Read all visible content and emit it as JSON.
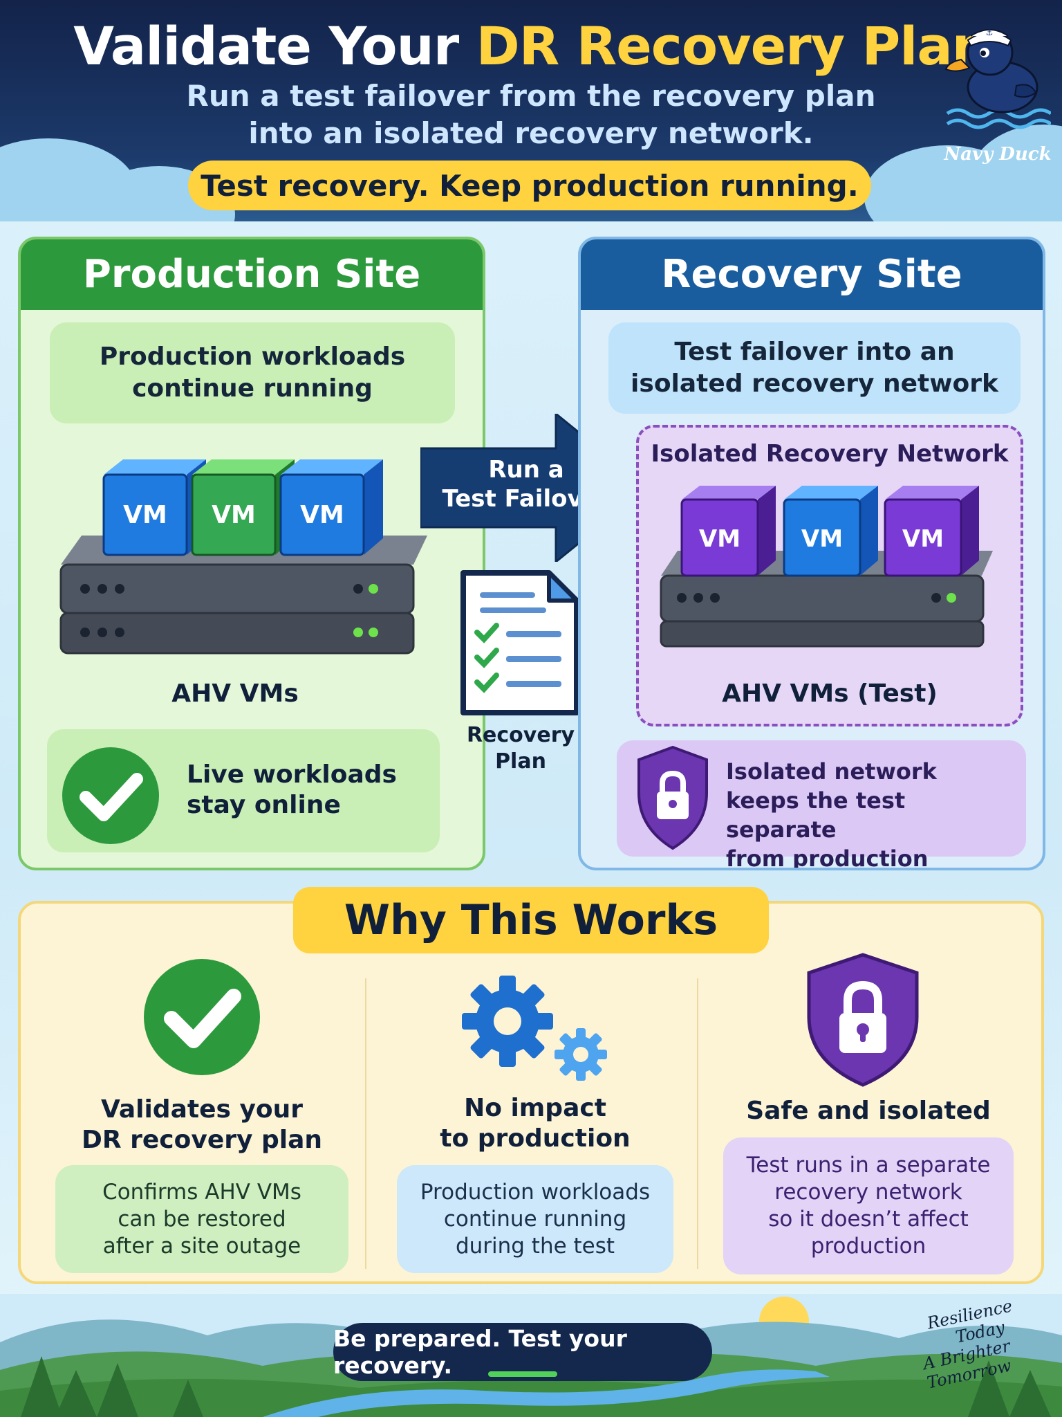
{
  "header": {
    "title_part1": "Validate Your ",
    "title_part2": "DR Recovery Plan",
    "subtitle_line1": "Run a test failover from the recovery plan",
    "subtitle_line2": "into an isolated recovery network.",
    "tagline": "Test recovery. Keep production running.",
    "mascot_label": "Navy Duck"
  },
  "production": {
    "title": "Production Site",
    "note_line1": "Production workloads",
    "note_line2": "continue running",
    "vm_labels": [
      "VM",
      "VM",
      "VM"
    ],
    "vms_label": "AHV VMs",
    "live_line1": "Live workloads",
    "live_line2": "stay online"
  },
  "center": {
    "arrow_line1": "Run a",
    "arrow_line2": "Test Failover",
    "plan_line1": "Recovery",
    "plan_line2": "Plan"
  },
  "recovery": {
    "title": "Recovery Site",
    "note_line1": "Test failover into an",
    "note_line2": "isolated recovery network",
    "isolated_title": "Isolated Recovery Network",
    "vm_labels": [
      "VM",
      "VM",
      "VM"
    ],
    "vms_label": "AHV VMs (Test)",
    "iso_line1": "Isolated network",
    "iso_line2": "keeps the test separate",
    "iso_line3": "from production"
  },
  "why": {
    "title": "Why This Works",
    "col1": {
      "title_line1": "Validates your",
      "title_line2": "DR recovery plan",
      "body_line1": "Confirms AHV VMs",
      "body_line2": "can be restored",
      "body_line3": "after a site outage"
    },
    "col2": {
      "title_line1": "No impact",
      "title_line2": "to production",
      "body_line1": "Production workloads",
      "body_line2": "continue running",
      "body_line3": "during the test"
    },
    "col3": {
      "title_line1": "Safe and isolated",
      "body_line1": "Test runs in a separate",
      "body_line2": "recovery network",
      "body_line3": "so it doesn’t affect",
      "body_line4": "production"
    }
  },
  "footer": {
    "pill": "Be prepared. Test your recovery.",
    "sig_line1": "Resilience",
    "sig_line2": "Today",
    "sig_line3": "A Brighter Tomorrow"
  },
  "colors": {
    "navy": "#13234a",
    "accent_yellow": "#ffd23f",
    "production_green": "#2c9a3c",
    "recovery_blue": "#1a5d9e",
    "isolated_purple": "#6b36b0"
  },
  "icons": [
    "mascot-duck-icon",
    "vm-cube-icon",
    "server-icon",
    "check-circle-icon",
    "arrow-right-icon",
    "document-checklist-icon",
    "shield-lock-icon",
    "gears-icon"
  ]
}
